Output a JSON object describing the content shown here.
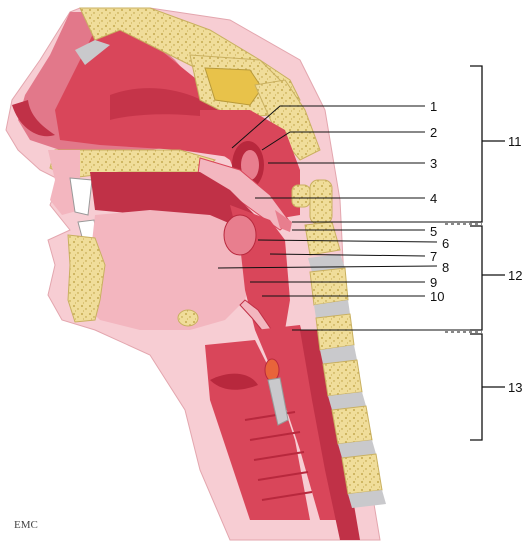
{
  "labels": [
    "1",
    "2",
    "3",
    "4",
    "5",
    "6",
    "7",
    "8",
    "9",
    "10",
    "11",
    "12",
    "13"
  ],
  "logo_text": "EMC",
  "colors": {
    "mucosa": "#d9465a",
    "mucosa_dark": "#b8283d",
    "soft_tissue": "#f3b6bf",
    "skin": "#f7cdd3",
    "bone": "#f0dd9a",
    "bone_dot": "#b89a3a",
    "bone_edge": "#c9b060",
    "disc": "#c9c9cc",
    "line": "#111111"
  }
}
